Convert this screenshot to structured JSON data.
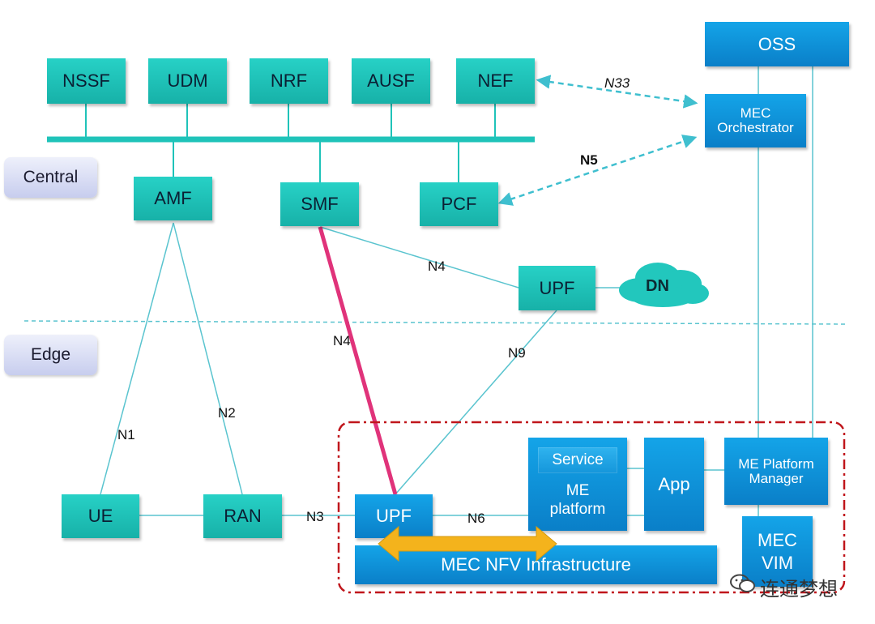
{
  "zones": {
    "central": "Central",
    "edge": "Edge"
  },
  "core_functions": {
    "nssf": "NSSF",
    "udm": "UDM",
    "nrf": "NRF",
    "ausf": "AUSF",
    "nef": "NEF"
  },
  "control": {
    "amf": "AMF",
    "smf": "SMF",
    "pcf": "PCF"
  },
  "central_upf": "UPF",
  "dn": "DN",
  "oss": "OSS",
  "mec_orchestrator": {
    "line1": "MEC",
    "line2": "Orchestrator"
  },
  "access": {
    "ue": "UE",
    "ran": "RAN"
  },
  "edge_upf": "UPF",
  "me_platform": {
    "service": "Service",
    "line1": "ME",
    "line2": "platform"
  },
  "app": "App",
  "me_platform_manager": {
    "line1": "ME Platform",
    "line2": "Manager"
  },
  "mec_vim": {
    "line1": "MEC",
    "line2": "VIM"
  },
  "mec_nfv_infrastructure": "MEC NFV Infrastructure",
  "interfaces": {
    "n33": "N33",
    "n5": "N5",
    "n4_central": "N4",
    "n4_edge": "N4",
    "n9": "N9",
    "n1": "N1",
    "n2": "N2",
    "n3": "N3",
    "n6": "N6"
  },
  "watermark": "连通梦想",
  "colors": {
    "teal": "#1fc3b9",
    "blue": "#0b8fd8",
    "n4_link": "#e0337a",
    "orange_arrow": "#f4b31c",
    "mec_boundary": "#c0161c",
    "dashed_arrow": "#3fbfcf"
  }
}
